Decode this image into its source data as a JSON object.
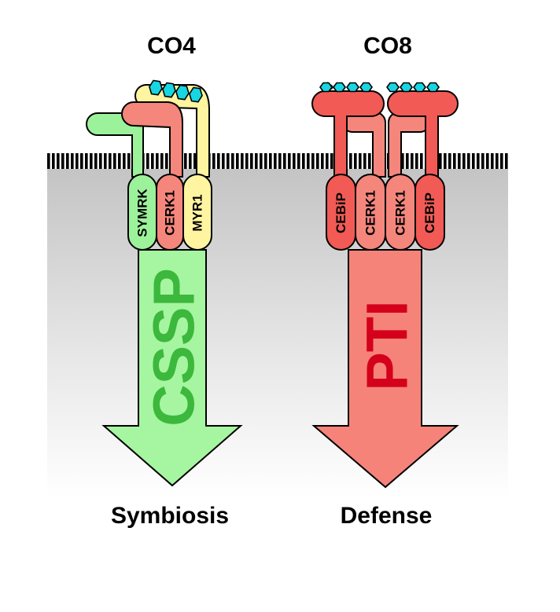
{
  "left": {
    "title": "CO4",
    "receptors": [
      "SYMRK",
      "CERK1",
      "MYR1"
    ],
    "pathway": "CSSP",
    "outcome": "Symbiosis",
    "colors": {
      "green": "#9cf29a",
      "salmon": "#f5867c",
      "yellow": "#fff4a0",
      "chito": "#17d6e2",
      "arrow": "#a6f5a0",
      "pathway_text": "#3cb83c"
    }
  },
  "right": {
    "title": "CO8",
    "receptors": [
      "CEBiP",
      "CERK1",
      "CERK1",
      "CEBiP"
    ],
    "pathway": "PTI",
    "outcome": "Defense",
    "colors": {
      "cebip": "#f25a55",
      "cerk1": "#f5867c",
      "chito": "#17d6e2",
      "arrow": "#f5837a",
      "pathway_text": "#d4001c"
    }
  }
}
